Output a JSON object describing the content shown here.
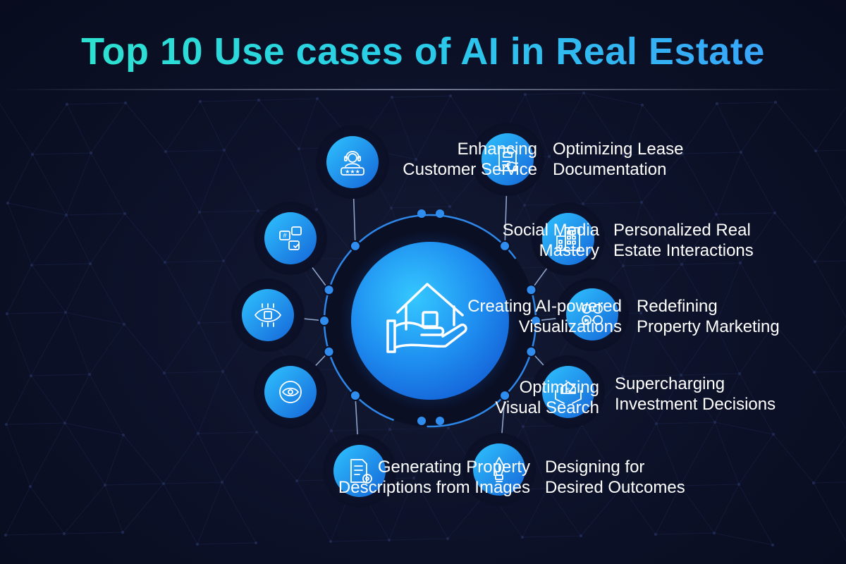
{
  "title": "Top 10 Use cases of AI in Real Estate",
  "center": {
    "icon": "house-in-hand-icon"
  },
  "colors": {
    "background": "#0c1128",
    "title_gradient_start": "#2ee6c9",
    "title_gradient_end": "#3b9dff",
    "ring": "#2f8df0",
    "node_light": "#2fc3ff",
    "node_dark": "#1565d8",
    "text": "#ffffff"
  },
  "use_cases": [
    {
      "lines": [
        "Enhancing",
        "Customer Service"
      ],
      "icon": "customer-support-icon"
    },
    {
      "lines": [
        "Social Media",
        "Mastery"
      ],
      "icon": "social-chat-icon"
    },
    {
      "lines": [
        "Creating AI-powered",
        "Visualizations"
      ],
      "icon": "ai-eye-icon"
    },
    {
      "lines": [
        "Optimizing",
        "Visual Search"
      ],
      "icon": "visual-target-icon"
    },
    {
      "lines": [
        "Generating Property",
        "Descriptions from Images"
      ],
      "icon": "document-gear-icon"
    },
    {
      "lines": [
        "Optimizing Lease",
        "Documentation"
      ],
      "icon": "lease-document-icon"
    },
    {
      "lines": [
        "Personalized Real",
        "Estate Interactions"
      ],
      "icon": "buildings-icon"
    },
    {
      "lines": [
        "Redefining",
        "Property Marketing"
      ],
      "icon": "marketing-channels-icon"
    },
    {
      "lines": [
        "Supercharging",
        "Investment Decisions"
      ],
      "icon": "investment-hands-icon"
    },
    {
      "lines": [
        "Designing for",
        "Desired Outcomes"
      ],
      "icon": "design-pen-icon"
    }
  ]
}
